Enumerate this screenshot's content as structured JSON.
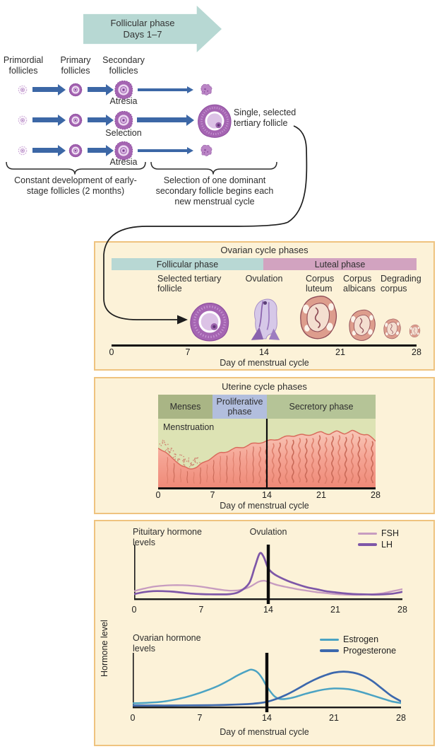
{
  "flow": {
    "phase_arrow": {
      "line1": "Follicular phase",
      "line2": "Days 1–7",
      "color": "#b7d8d3"
    },
    "col_labels": [
      "Primordial follicles",
      "Primary follicles",
      "Secondary follicles"
    ],
    "row1_tag": "Atresia",
    "row2_tag": "Selection",
    "row3_tag": "Atresia",
    "selected_label": "Single, selected tertiary follicle",
    "bracket_left": "Constant development of early-stage follicles (2 months)",
    "bracket_right": "Selection of one dominant secondary follicle begins each new menstrual cycle",
    "arrow_color": "#3c67a6",
    "follicle_color": "#a565b2"
  },
  "ovarian_panel": {
    "title": "Ovarian cycle phases",
    "phases": [
      {
        "label": "Follicular phase",
        "color": "#b8d8d4",
        "days": [
          0,
          14
        ]
      },
      {
        "label": "Luteal phase",
        "color": "#d2a3c0",
        "days": [
          14,
          28
        ]
      }
    ],
    "stages": [
      {
        "label": "Selected tertiary follicle",
        "day": 8
      },
      {
        "label": "Ovulation",
        "day": 14
      },
      {
        "label": "Corpus luteum",
        "day": 19
      },
      {
        "label": "Corpus albicans",
        "day": 23
      },
      {
        "label": "Degrading corpus",
        "day": 26
      }
    ],
    "axis": {
      "ticks": [
        "0",
        "7",
        "14",
        "21",
        "28"
      ],
      "label": "Day of menstrual cycle"
    }
  },
  "uterine_panel": {
    "title": "Uterine cycle phases",
    "phases": [
      {
        "label": "Menses",
        "color": "#a9b585",
        "days": [
          0,
          7
        ]
      },
      {
        "label": "Proliferative phase",
        "color": "#b2bedd",
        "days": [
          7,
          14
        ]
      },
      {
        "label": "Secretory phase",
        "color": "#b5c497",
        "days": [
          14,
          28
        ]
      }
    ],
    "annotation": "Menstruation",
    "axis": {
      "ticks": [
        "0",
        "7",
        "14",
        "21",
        "28"
      ],
      "label": "Day of menstrual cycle"
    }
  },
  "hormone_panel": {
    "pituitary_label": "Pituitary hormone levels",
    "ovarian_label": "Ovarian hormone levels",
    "ovulation_label": "Ovulation",
    "ylabel": "Hormone level",
    "xlabel": "Day of menstrual cycle",
    "legend_pituitary": [
      {
        "name": "FSH",
        "color": "#c79cc0"
      },
      {
        "name": "LH",
        "color": "#7e57a8"
      }
    ],
    "legend_ovarian": [
      {
        "name": "Estrogen",
        "color": "#4ba3c3"
      },
      {
        "name": "Progesterone",
        "color": "#3c68ad"
      }
    ]
  },
  "chart_data": [
    {
      "id": "uterine_endometrium",
      "type": "area",
      "title": "Uterine cycle phases",
      "xlabel": "Day of menstrual cycle",
      "xlim": [
        0,
        28
      ],
      "xticks": [
        0,
        7,
        14,
        21,
        28
      ],
      "annotation": "Menstruation",
      "event_line_x": 14,
      "x_days": [
        0,
        1,
        2,
        3,
        4,
        5,
        6,
        7,
        8,
        9,
        10,
        11,
        12,
        13,
        14,
        15,
        16,
        17,
        18,
        19,
        20,
        21,
        22,
        23,
        24,
        25,
        26,
        27,
        28
      ],
      "endometrial_thickness": [
        5.8,
        5.0,
        3.9,
        2.8,
        2.3,
        2.6,
        3.4,
        4.3,
        4.9,
        5.3,
        5.7,
        6.0,
        6.4,
        6.7,
        6.9,
        7.2,
        7.5,
        7.8,
        8.0,
        7.9,
        8.2,
        8.4,
        8.2,
        8.5,
        8.3,
        8.6,
        8.3,
        7.9,
        7.0
      ],
      "fill_color": "#f5a393",
      "bg_color": "#dde3b4"
    },
    {
      "id": "pituitary_hormones",
      "type": "line",
      "title": "Pituitary hormone levels",
      "xlabel": "Day of menstrual cycle",
      "ylabel": "Hormone level",
      "xlim": [
        0,
        28
      ],
      "ylim": [
        0,
        10
      ],
      "xticks": [
        0,
        7,
        14,
        21,
        28
      ],
      "annotation": "Ovulation",
      "event_line_x": 14,
      "legend_position": "top-right",
      "series": [
        {
          "name": "FSH",
          "color": "#c79cc0",
          "width": 2.3,
          "points": [
            [
              0,
              1.6
            ],
            [
              1,
              2.1
            ],
            [
              2,
              2.5
            ],
            [
              3,
              2.7
            ],
            [
              4,
              2.8
            ],
            [
              5,
              2.8
            ],
            [
              6,
              2.7
            ],
            [
              7,
              2.5
            ],
            [
              8,
              2.2
            ],
            [
              9,
              1.9
            ],
            [
              10,
              1.7
            ],
            [
              11,
              1.8
            ],
            [
              12,
              2.4
            ],
            [
              13,
              3.5
            ],
            [
              13.6,
              3.7
            ],
            [
              14.2,
              3.3
            ],
            [
              15,
              2.8
            ],
            [
              16,
              2.4
            ],
            [
              17,
              2.0
            ],
            [
              18,
              1.7
            ],
            [
              19,
              1.4
            ],
            [
              20,
              1.2
            ],
            [
              21,
              1.0
            ],
            [
              22,
              0.9
            ],
            [
              23,
              0.85
            ],
            [
              24,
              0.9
            ],
            [
              25,
              1.0
            ],
            [
              26,
              1.2
            ],
            [
              27,
              1.6
            ],
            [
              28,
              2.0
            ]
          ]
        },
        {
          "name": "LH",
          "color": "#7e57a8",
          "width": 2.7,
          "points": [
            [
              0,
              1.0
            ],
            [
              1,
              1.4
            ],
            [
              2,
              1.6
            ],
            [
              3,
              1.6
            ],
            [
              4,
              1.5
            ],
            [
              5,
              1.3
            ],
            [
              6,
              1.1
            ],
            [
              7,
              1.0
            ],
            [
              8,
              0.95
            ],
            [
              9,
              0.95
            ],
            [
              10,
              1.0
            ],
            [
              11,
              1.5
            ],
            [
              12,
              3.2
            ],
            [
              12.6,
              6.5
            ],
            [
              13.1,
              9.2
            ],
            [
              13.5,
              8.6
            ],
            [
              14,
              6.2
            ],
            [
              14.5,
              5.2
            ],
            [
              15,
              4.6
            ],
            [
              16,
              3.7
            ],
            [
              17,
              3.0
            ],
            [
              18,
              2.4
            ],
            [
              19,
              2.0
            ],
            [
              20,
              1.6
            ],
            [
              21,
              1.35
            ],
            [
              22,
              1.15
            ],
            [
              23,
              1.0
            ],
            [
              24,
              0.95
            ],
            [
              25,
              0.9
            ],
            [
              26,
              0.95
            ],
            [
              27,
              1.1
            ],
            [
              28,
              1.45
            ]
          ]
        }
      ]
    },
    {
      "id": "ovarian_hormones",
      "type": "line",
      "title": "Ovarian hormone levels",
      "xlabel": "Day of menstrual cycle",
      "ylabel": "Hormone level",
      "xlim": [
        0,
        28
      ],
      "ylim": [
        0,
        10
      ],
      "xticks": [
        0,
        7,
        14,
        21,
        28
      ],
      "event_line_x": 14,
      "legend_position": "top-right",
      "series": [
        {
          "name": "Estrogen",
          "color": "#4ba3c3",
          "width": 2.5,
          "points": [
            [
              0,
              0.8
            ],
            [
              1,
              0.85
            ],
            [
              2,
              0.95
            ],
            [
              3,
              1.1
            ],
            [
              4,
              1.4
            ],
            [
              5,
              1.8
            ],
            [
              6,
              2.3
            ],
            [
              7,
              2.9
            ],
            [
              8,
              3.6
            ],
            [
              9,
              4.4
            ],
            [
              10,
              5.4
            ],
            [
              11,
              6.5
            ],
            [
              12,
              7.4
            ],
            [
              12.4,
              7.6
            ],
            [
              13,
              7.1
            ],
            [
              13.5,
              5.9
            ],
            [
              14,
              4.2
            ],
            [
              14.7,
              2.4
            ],
            [
              15.3,
              1.7
            ],
            [
              16,
              1.7
            ],
            [
              17,
              2.1
            ],
            [
              18,
              2.7
            ],
            [
              19,
              3.2
            ],
            [
              20,
              3.6
            ],
            [
              21,
              3.8
            ],
            [
              22,
              3.75
            ],
            [
              23,
              3.5
            ],
            [
              24,
              3.0
            ],
            [
              25,
              2.4
            ],
            [
              26,
              1.8
            ],
            [
              27,
              1.2
            ],
            [
              28,
              0.85
            ]
          ]
        },
        {
          "name": "Progesterone",
          "color": "#3c68ad",
          "width": 2.7,
          "points": [
            [
              0,
              0.35
            ],
            [
              2,
              0.35
            ],
            [
              4,
              0.35
            ],
            [
              6,
              0.38
            ],
            [
              8,
              0.42
            ],
            [
              10,
              0.5
            ],
            [
              12,
              0.65
            ],
            [
              13,
              0.8
            ],
            [
              14,
              1.1
            ],
            [
              15,
              1.7
            ],
            [
              16,
              2.5
            ],
            [
              17,
              3.5
            ],
            [
              18,
              4.6
            ],
            [
              19,
              5.6
            ],
            [
              20,
              6.4
            ],
            [
              21,
              7.0
            ],
            [
              22,
              7.2
            ],
            [
              23,
              7.0
            ],
            [
              24,
              6.4
            ],
            [
              25,
              5.3
            ],
            [
              26,
              3.8
            ],
            [
              27,
              2.3
            ],
            [
              28,
              1.2
            ]
          ]
        }
      ]
    }
  ]
}
